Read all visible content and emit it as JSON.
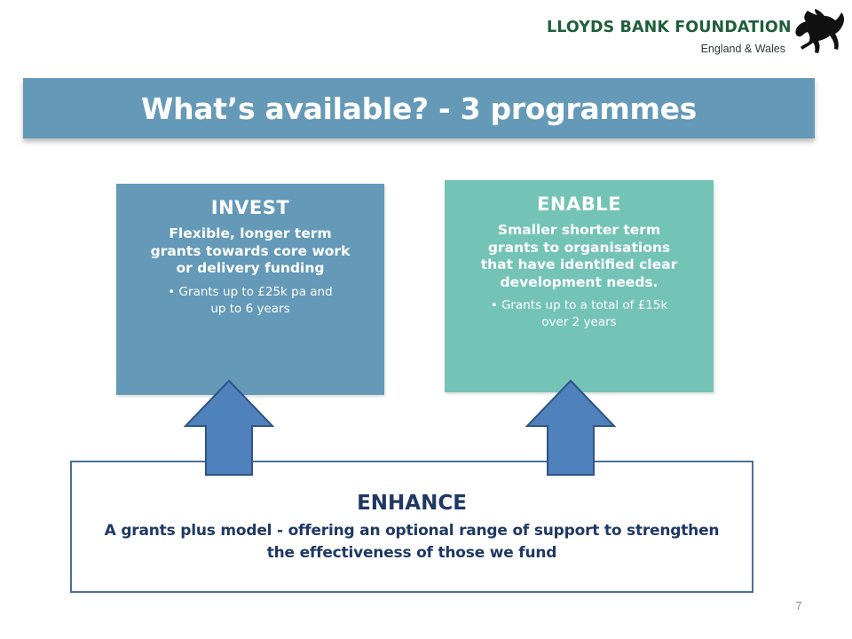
{
  "logo": {
    "name": "LLOYDS BANK FOUNDATION",
    "subtitle": "England & Wales",
    "emblem_icon": "black-horse-icon"
  },
  "slide": {
    "title": "What’s available? - 3 programmes",
    "page_number": "7"
  },
  "programmes": {
    "invest": {
      "heading": "INVEST",
      "description": "Flexible, longer term\ngrants towards core work\nor delivery funding",
      "bullet": "• Grants up to £25k pa and\nup to 6 years"
    },
    "enable": {
      "heading": "ENABLE",
      "description": "Smaller shorter term\ngrants to organisations\nthat have identified clear\ndevelopment needs.",
      "bullet": "• Grants up to a total of £15k\nover 2 years"
    },
    "enhance": {
      "heading": "ENHANCE",
      "description": "A grants plus model - offering an optional range of support to strengthen the effectiveness of those we fund"
    }
  },
  "colors": {
    "title_bar": "#6499b8",
    "invest_card": "#6499b8",
    "enable_card": "#73c3b6",
    "arrow_fill": "#4f81bd",
    "arrow_stroke": "#2f5486",
    "enhance_text": "#1f3864",
    "logo_green": "#1f5f3a"
  },
  "icons": {
    "arrow_left": "up-arrow-icon",
    "arrow_right": "up-arrow-icon"
  }
}
